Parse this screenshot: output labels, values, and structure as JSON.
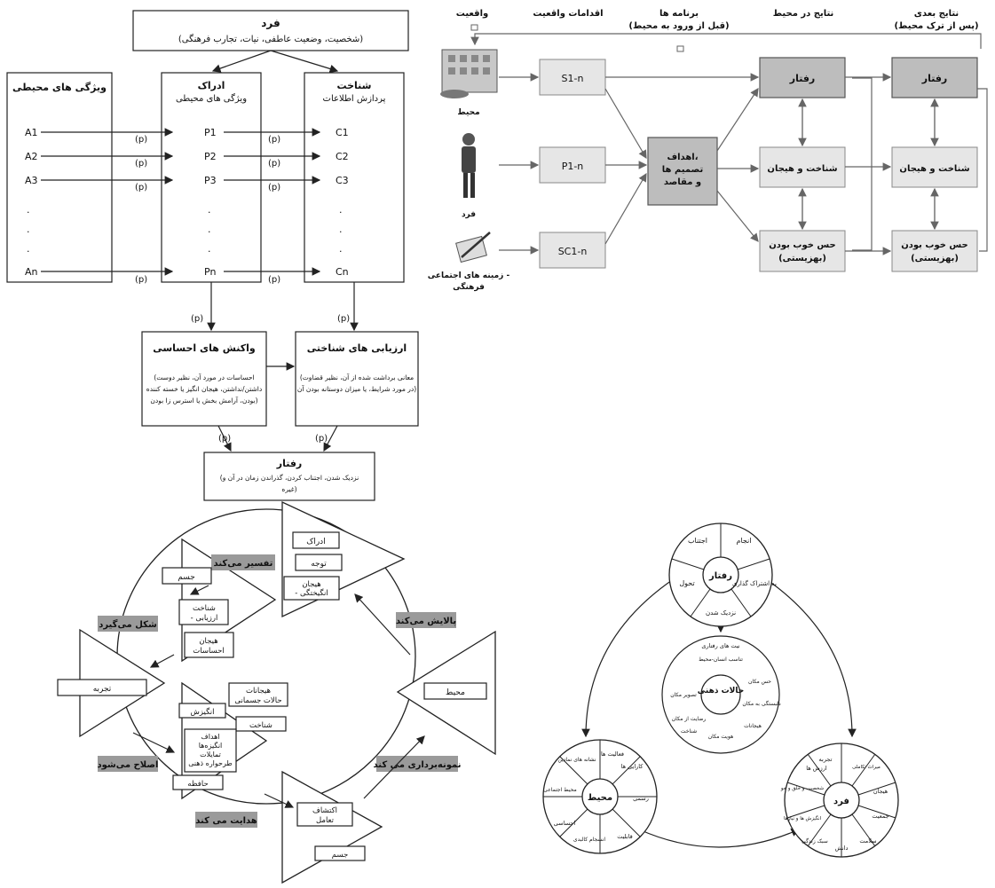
{
  "top_left": {
    "person": {
      "title": "فرد",
      "sub": "(شخصیت، وضعیت عاطفی، نیات، تجارب فرهنگی)"
    },
    "env_col": {
      "title": "ویژگی های محیطی",
      "items": [
        "A1",
        "A2",
        "A3",
        ".",
        ".",
        ".",
        "An"
      ]
    },
    "perc_col": {
      "title": "ادراک",
      "sub": "ویژگی های محیطی",
      "items": [
        "P1",
        "P2",
        "P3",
        ".",
        ".",
        ".",
        "Pn"
      ]
    },
    "cog_col": {
      "title": "شناخت",
      "sub": "پردازش اطلاعات",
      "items": [
        "C1",
        "C2",
        "C3",
        ".",
        ".",
        ".",
        "Cn"
      ]
    },
    "p_label": "(p)",
    "emotional": {
      "title": "واکنش های احساسی",
      "text1": "(احساسات در مورد آن، نظیر دوست",
      "text2": "داشتن/نداشتن، هیجان انگیز یا خسته کننده",
      "text3": "بودن، آرامش بخش یا استرس زا بودن)"
    },
    "cognitive": {
      "title": "ارزیابی های شناختی",
      "text1": "(معانی برداشت شده از آن، نظیر قضاوت",
      "text2": "در مورد شرایط، یا میزان دوستانه بودن آن)"
    },
    "behavior": {
      "title": "رفتار",
      "text1": "(نزدیک شدن، اجتناب کردن، گذراندن زمان در آن و",
      "text2": "غیره)"
    }
  },
  "top_right": {
    "headers": [
      "واقعیت",
      "اقدامات واقعیت",
      "برنامه ها",
      "(قبل از ورود به محیط)",
      "نتایج در محیط",
      "نتایج بعدی",
      "(پس از ترک محیط)"
    ],
    "icons": [
      "محیط",
      "فرد",
      "زمینه های اجتماعی -",
      "فرهنگی"
    ],
    "inputs": [
      "S1-n",
      "P1-n",
      "SC1-n"
    ],
    "goals": [
      "اهداف،",
      "تصمیم ها",
      "و مقاصد"
    ],
    "env_results": [
      "رفتار",
      "شناخت و هیجان",
      "حس خوب بودن",
      "(بهزیستی)"
    ],
    "later_results": [
      "رفتار",
      "شناخت و هیجان",
      "حس خوب بودن",
      "(بهزیستی)"
    ]
  },
  "bottom_left": {
    "verbs": [
      "تفسیر می‌کند",
      "شکل می‌گیرد",
      "اصلاح می‌شود",
      "هدایت می کند",
      "نمونه‌برداری می کند",
      "پالایش می‌کند"
    ],
    "top_boxes": [
      "ادراک",
      "توجه",
      "هیجان",
      "- انگیختگی"
    ],
    "left_boxes": [
      "جسم",
      "شناخت",
      "- ارزیابی",
      "هیجان",
      "احساسات"
    ],
    "experience": "تجربه",
    "environment": "محیط",
    "middle_boxes": [
      "هیجانات",
      "حالات جسمانی",
      "انگیزش",
      "شناخت",
      "اهداف",
      "انگیزه‌ها",
      "تمایلات",
      "طرحواره ذهنی",
      "حافظه"
    ],
    "bottom_boxes": [
      "اکتشاف",
      "تعامل",
      "جسم"
    ]
  },
  "bottom_right": {
    "behavior": {
      "center": "رفتار",
      "segments": [
        "انجام",
        "به اشتراک گذاری",
        "نزدیک شدن",
        "تحول",
        "اجتناب"
      ]
    },
    "mental": {
      "center": "حالات ذهنی",
      "segments": [
        "نیت های رفتاری",
        "تناسب انسان-محیط",
        "حس مکان",
        "دلبستگی به مکان",
        "هیجانات",
        "هویت مکان",
        "رضایت از مکان",
        "تصویر مکان",
        "شناخت"
      ]
    },
    "environment": {
      "center": "محیط",
      "segments": [
        "فعالیت ها",
        "نشانه های نمادین",
        "محیط اجتماعی",
        "احساسی",
        "انسجام کالبدی",
        "قابلیت",
        "رسمی",
        "کارایی ها"
      ]
    },
    "person": {
      "center": "فرد",
      "segments": [
        "تجربه",
        "میراث تکاملی",
        "هیجان",
        "جمعیت",
        "سلامت",
        "دانش",
        "سبک زندگی",
        "انگیزش ها و نیازها",
        "شخصیت و خلق و خو",
        "ارزش ها"
      ]
    }
  }
}
